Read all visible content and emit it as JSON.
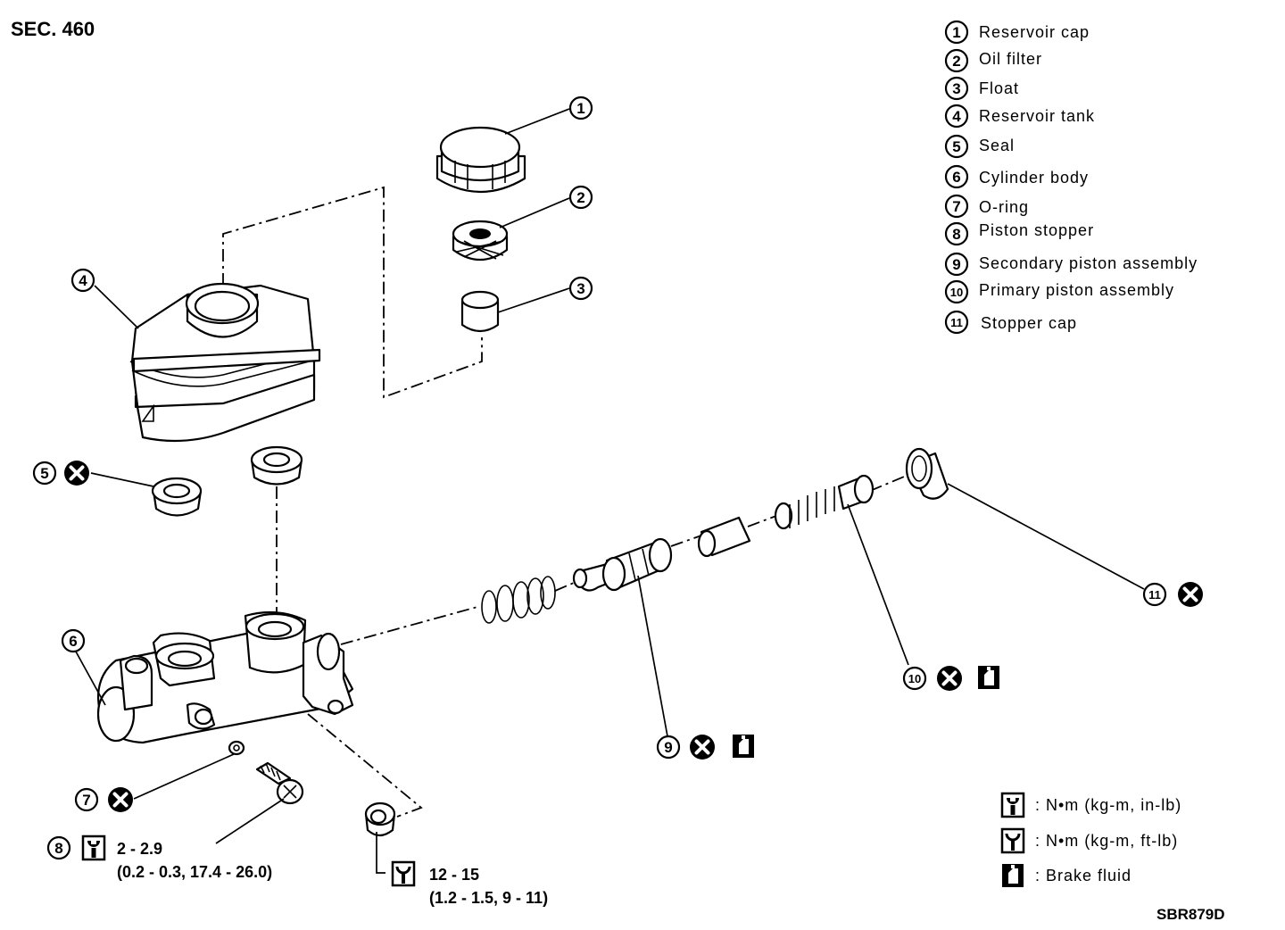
{
  "section_title": "SEC. 460",
  "drawing_code": "SBR879D",
  "parts": [
    {
      "num": "1",
      "label": "Reservoir cap"
    },
    {
      "num": "2",
      "label": "Oil filter"
    },
    {
      "num": "3",
      "label": "Float"
    },
    {
      "num": "4",
      "label": "Reservoir tank"
    },
    {
      "num": "5",
      "label": "Seal"
    },
    {
      "num": "6",
      "label": "Cylinder body"
    },
    {
      "num": "7",
      "label": "O-ring"
    },
    {
      "num": "8",
      "label": "Piston stopper"
    },
    {
      "num": "9",
      "label": "Secondary piston assembly"
    },
    {
      "num": "10",
      "label": "Primary piston assembly"
    },
    {
      "num": "11",
      "label": "Stopper cap"
    }
  ],
  "torque": {
    "piston_stopper": {
      "line1": "2 - 2.9",
      "line2": "(0.2 - 0.3, 17.4 - 26.0)",
      "icon": "torque-wrench-in-lb-icon"
    },
    "fitting": {
      "line1": "12 - 15",
      "line2": "(1.2 - 1.5, 9 - 11)",
      "icon": "torque-wrench-ft-lb-icon"
    }
  },
  "symbol_legend": [
    {
      "icon": "torque-wrench-in-lb-icon",
      "text": ":  N•m  (kg-m,  in-lb)"
    },
    {
      "icon": "torque-wrench-ft-lb-icon",
      "text": ":  N•m  (kg-m,  ft-lb)"
    },
    {
      "icon": "brake-fluid-icon",
      "text": ":  Brake  fluid"
    }
  ],
  "icons": {
    "replace_part": "x-circle-icon",
    "brake_fluid": "brake-fluid-icon"
  }
}
